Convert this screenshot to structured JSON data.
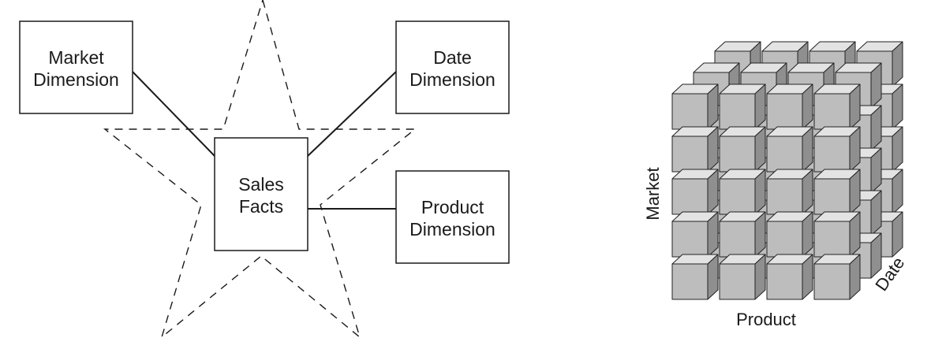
{
  "star_schema": {
    "fact": {
      "line1": "Sales",
      "line2": "Facts"
    },
    "dimensions": {
      "market": {
        "line1": "Market",
        "line2": "Dimension"
      },
      "date": {
        "line1": "Date",
        "line2": "Dimension"
      },
      "product": {
        "line1": "Product",
        "line2": "Dimension"
      }
    }
  },
  "cube": {
    "axes": {
      "vertical": "Market",
      "horizontal": "Product",
      "depth": "Date"
    },
    "dimensions": {
      "columns": 4,
      "rows": 5,
      "layers": 3
    },
    "colors": {
      "front": "#bdbdbd",
      "top": "#e3e3e3",
      "side": "#8f8f8f",
      "edge": "#222222"
    }
  }
}
